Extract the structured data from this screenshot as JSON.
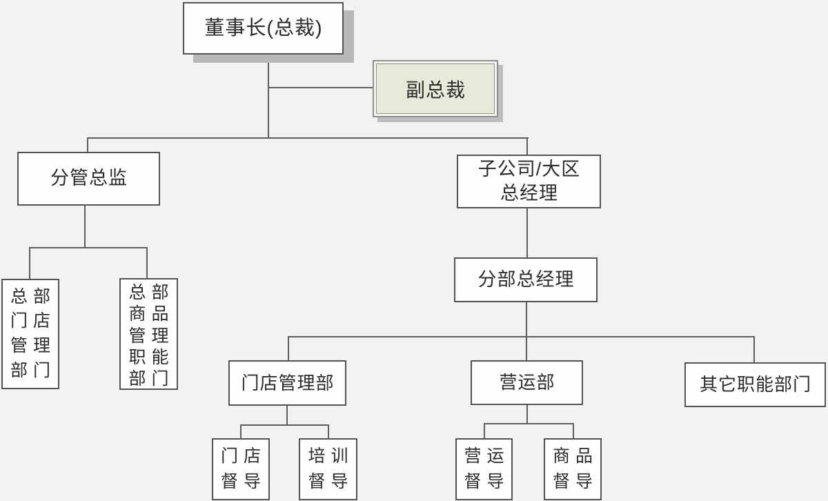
{
  "diagram": {
    "type": "org-chart",
    "language": "zh-CN"
  },
  "nodes": {
    "chairman": {
      "label": "董事长(总裁)"
    },
    "vice_president": {
      "label": "副总裁"
    },
    "director": {
      "label": "分管总监"
    },
    "hq_store_dept": {
      "full": "总部门店管理部门",
      "lines": [
        "总部",
        "门店",
        "管理",
        "部门"
      ]
    },
    "hq_merch_dept": {
      "full": "总部商品管理职能部门",
      "lines": [
        "总部",
        "商品",
        "管理",
        "职能",
        "部门"
      ]
    },
    "subsidiary_gm": {
      "full": "子公司/大区总经理",
      "lines": [
        "子公司/大区",
        "总经理"
      ]
    },
    "branch_gm": {
      "label": "分部总经理"
    },
    "store_mgmt_dept": {
      "label": "门店管理部"
    },
    "operations_dept": {
      "label": "营运部"
    },
    "other_func_dept": {
      "label": "其它职能部门"
    },
    "store_supervisor": {
      "full": "门店督导",
      "lines": [
        "门店",
        "督导"
      ]
    },
    "training_supervisor": {
      "full": "培训督导",
      "lines": [
        "培训",
        "督导"
      ]
    },
    "operations_supervisor": {
      "full": "营运督导",
      "lines": [
        "营运",
        "督导"
      ]
    },
    "merchandise_supervisor": {
      "full": "商品督导",
      "lines": [
        "商品",
        "督导"
      ]
    }
  },
  "edges": [
    {
      "from": "chairman",
      "to": "vice_president"
    },
    {
      "from": "chairman",
      "to": "director"
    },
    {
      "from": "chairman",
      "to": "subsidiary_gm"
    },
    {
      "from": "director",
      "to": "hq_store_dept"
    },
    {
      "from": "director",
      "to": "hq_merch_dept"
    },
    {
      "from": "subsidiary_gm",
      "to": "branch_gm"
    },
    {
      "from": "branch_gm",
      "to": "store_mgmt_dept"
    },
    {
      "from": "branch_gm",
      "to": "operations_dept"
    },
    {
      "from": "branch_gm",
      "to": "other_func_dept"
    },
    {
      "from": "store_mgmt_dept",
      "to": "store_supervisor"
    },
    {
      "from": "store_mgmt_dept",
      "to": "training_supervisor"
    },
    {
      "from": "operations_dept",
      "to": "operations_supervisor"
    },
    {
      "from": "operations_dept",
      "to": "merchandise_supervisor"
    }
  ],
  "colors": {
    "background": "#f2f2f1",
    "box_fill": "#fdfdfd",
    "box_border": "#525252",
    "connector_line": "#5d5d5d",
    "vp_fill": "#e9e9da",
    "vp_border": "#8d8d8d",
    "shadow": "#b9b9b9",
    "text": "#2b2b2b"
  }
}
